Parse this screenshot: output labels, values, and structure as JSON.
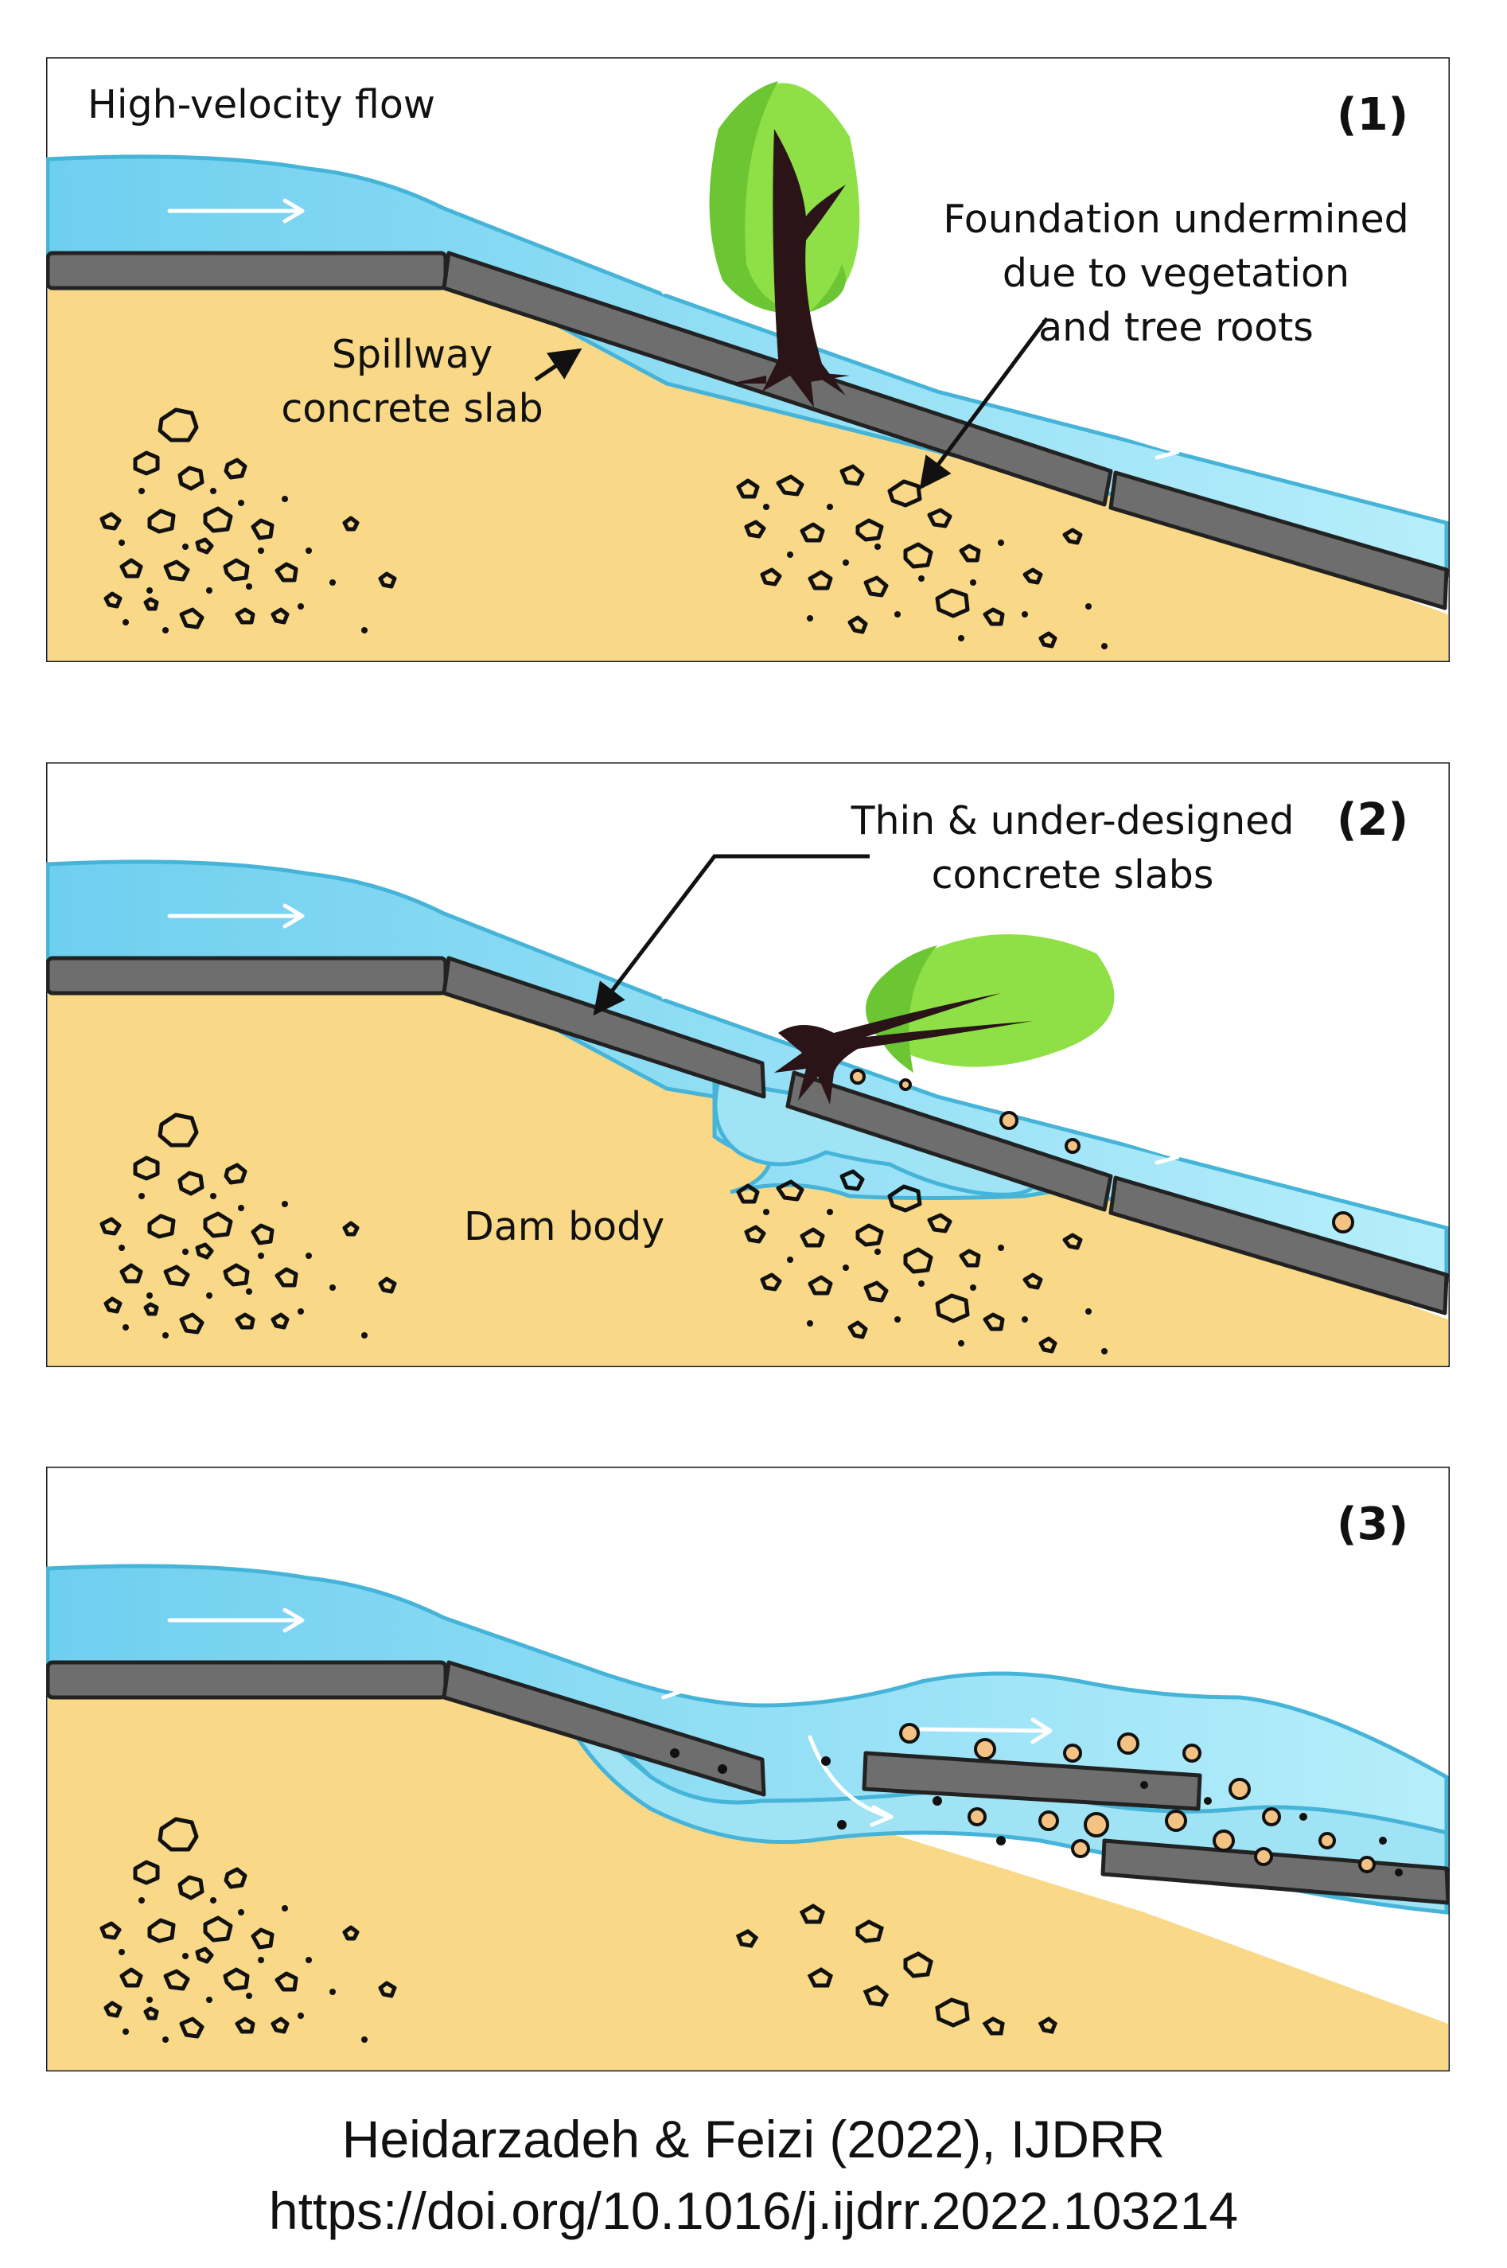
{
  "panel1": {
    "number": "(1)",
    "flow_label": "High-velocity flow",
    "slab_label_line1": "Spillway",
    "slab_label_line2": "concrete slab",
    "foundation_line1": "Foundation undermined",
    "foundation_line2": "due to vegetation",
    "foundation_line3": "and tree roots"
  },
  "panel2": {
    "number": "(2)",
    "thin_line1": "Thin & under-designed",
    "thin_line2": "concrete slabs",
    "dam_label": "Dam body"
  },
  "panel3": {
    "number": "(3)"
  },
  "citation": {
    "line1": "Heidarzadeh & Feizi (2022), IJDRR",
    "line2": "https://doi.org/10.1016/j.ijdrr.2022.103214"
  },
  "colors": {
    "soil": "#F9D888",
    "water": "#9FE3F5",
    "water_edge": "#46B4D8",
    "slab": "#6E6E6E",
    "tree_canopy": "#8FE046",
    "trunk": "#2A1418",
    "debris": "#F4C282"
  }
}
